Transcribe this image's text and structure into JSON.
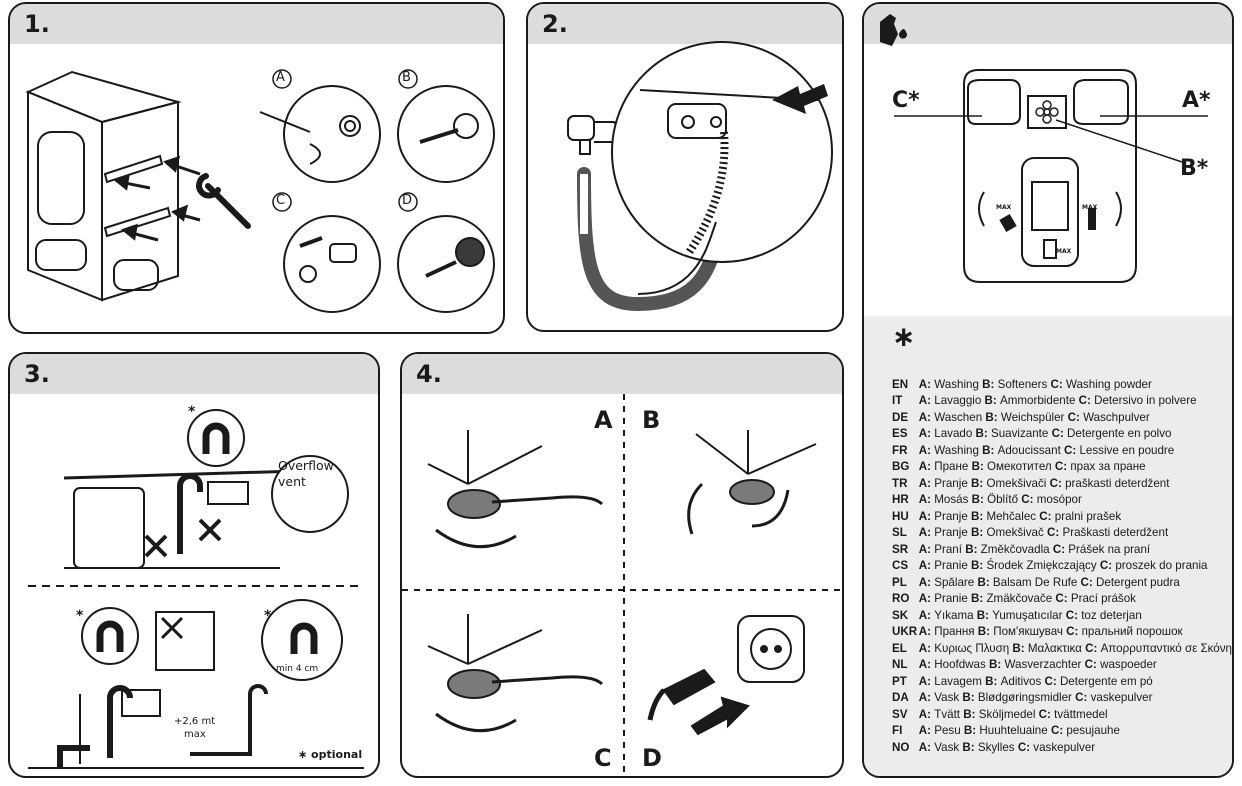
{
  "steps": {
    "s1": {
      "num": "1.",
      "markers": [
        "A",
        "B",
        "C",
        "D"
      ]
    },
    "s2": {
      "num": "2."
    },
    "s3": {
      "num": "3.",
      "overflow_label": "Overflow vent",
      "overflow_line1": "Overflow",
      "overflow_line2": "vent",
      "min_label": "min 4 cm",
      "height_line1": "+2,6 mt",
      "height_line2": "max",
      "optional_label": "∗ optional",
      "star": "*"
    },
    "s4": {
      "num": "4.",
      "labels": [
        "A",
        "B",
        "C",
        "D"
      ]
    }
  },
  "drawer": {
    "labels": {
      "a": "A*",
      "b": "B*",
      "c": "C*"
    },
    "max_label": "MAX",
    "legend_star": "∗"
  },
  "languages": [
    {
      "code": "EN",
      "a": "Washing",
      "b": "Softeners",
      "c": "Washing powder"
    },
    {
      "code": "IT",
      "a": "Lavaggio",
      "b": "Ammorbidente",
      "c": "Detersivo in polvere"
    },
    {
      "code": "DE",
      "a": "Waschen",
      "b": "Weichspüler",
      "c": "Waschpulver"
    },
    {
      "code": "ES",
      "a": "Lavado",
      "b": "Suavizante",
      "c": "Detergente en polvo"
    },
    {
      "code": "FR",
      "a": "Washing",
      "b": "Adoucissant",
      "c": "Lessive en poudre"
    },
    {
      "code": "BG",
      "a": "Пране",
      "b": "Омекотител",
      "c": "прах за пране"
    },
    {
      "code": "TR",
      "a": "Pranje",
      "b": "Omekšivači",
      "c": "praškasti deterdžent"
    },
    {
      "code": "HR",
      "a": "Mosás",
      "b": "Öblítő",
      "c": "mosópor"
    },
    {
      "code": "HU",
      "a": "Pranje",
      "b": "Mehčalec",
      "c": "pralni prašek"
    },
    {
      "code": "SL",
      "a": "Pranje",
      "b": "Omekšivač",
      "c": "Praškasti deterdžent"
    },
    {
      "code": "SR",
      "a": "Praní",
      "b": "Změkčovadla",
      "c": "Prášek na praní"
    },
    {
      "code": "CS",
      "a": "Pranie",
      "b": "Środek Zmiękczający",
      "c": "proszek do prania"
    },
    {
      "code": "PL",
      "a": "Spălare",
      "b": "Balsam De Rufe",
      "c": "Detergent pudra"
    },
    {
      "code": "RO",
      "a": "Pranie",
      "b": "Zmäkčovače",
      "c": "Prací prášok"
    },
    {
      "code": "SK",
      "a": "Yıkama",
      "b": "Yumuşatıcılar",
      "c": "toz deterjan"
    },
    {
      "code": "UKR",
      "a": "Прання",
      "b": "Пом'якшувач",
      "c": "пральний порошок"
    },
    {
      "code": "EL",
      "a": "Κυριως Πλυση",
      "b": "Μαλακτικα",
      "c": "Απορρυπαντικό σε Σκόνη"
    },
    {
      "code": "NL",
      "a": "Hoofdwas",
      "b": "Wasverzachter",
      "c": "waspoeder"
    },
    {
      "code": "PT",
      "a": "Lavagem",
      "b": "Aditivos",
      "c": "Detergente em pó"
    },
    {
      "code": "DA",
      "a": "Vask",
      "b": "Blødgøringsmidler",
      "c": "vaskepulver"
    },
    {
      "code": "SV",
      "a": "Tvätt",
      "b": "Sköljmedel",
      "c": "tvättmedel"
    },
    {
      "code": "FI",
      "a": "Pesu",
      "b": "Huuhteluaine",
      "c": "pesujauhe"
    },
    {
      "code": "NO",
      "a": "Vask",
      "b": "Skylles",
      "c": "vaskepulver"
    }
  ]
}
